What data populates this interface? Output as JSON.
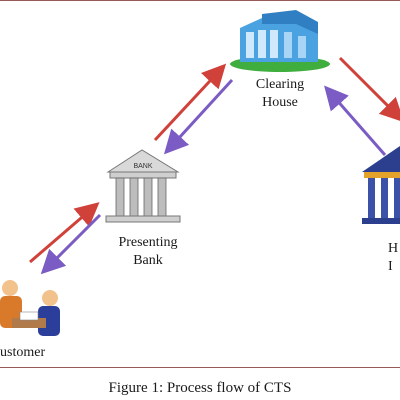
{
  "nodes": {
    "clearing_house": {
      "line1": "Clearing",
      "line2": "House"
    },
    "presenting_bank": {
      "line1": "Presenting",
      "line2": "Bank",
      "sign": "BANK"
    },
    "drawee_bank": {
      "line1": "H",
      "line2": "I"
    },
    "customer": {
      "label": "ustomer"
    }
  },
  "colors": {
    "forward_arrow": "#d0413a",
    "return_arrow": "#7a5cc4",
    "frame": "#9a5a5a"
  },
  "caption": "Figure 1: Process flow of CTS"
}
